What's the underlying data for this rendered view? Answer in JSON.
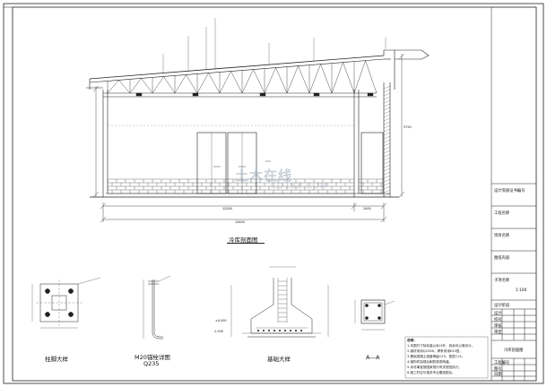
{
  "drawing": {
    "main_title": "冷库剖面图",
    "details": [
      {
        "id": "col-base",
        "caption": "柱脚大样"
      },
      {
        "id": "anchor-bolt",
        "caption": "M20锚栓详图",
        "sub": "Q235"
      },
      {
        "id": "foundation",
        "caption": "基础大样"
      },
      {
        "id": "section-aa",
        "caption": "A—A"
      }
    ],
    "dims": {
      "total_width": "14400",
      "left_span": "12000",
      "right_span": "2400",
      "height_right": "5750",
      "level_zero": "±0.000",
      "level_neg": "-1.500"
    },
    "watermark": {
      "big": "土木在线",
      "small": "CO188.COM"
    }
  },
  "title_block": {
    "rows": [
      "设计资质证书编号",
      "工程名称",
      "项目名称",
      "图纸内容",
      "子项名称",
      "设计阶段",
      "工程编号",
      "图号",
      "日期"
    ],
    "scale": "1:100",
    "sheet_name": "冷库剖面图",
    "designer_labels": [
      "设计",
      "校对",
      "审核",
      "审定"
    ]
  },
  "notes": {
    "heading": "说明：",
    "lines": [
      "1.本图尺寸除标高以米计外，其余均以毫米计。",
      "2.钢材采用Q235B，焊条采用E43型。",
      "3.基础混凝土强度等级C25，垫层C15。",
      "4.钢构件除锈后刷防锈漆两道。",
      "5.未尽事宜按国家现行有关规范执行。",
      "6.施工时应与相关专业图纸配合。"
    ]
  },
  "colors": {
    "line": "#222222",
    "hatch": "#555555",
    "watermark": "#9aa9b8"
  }
}
